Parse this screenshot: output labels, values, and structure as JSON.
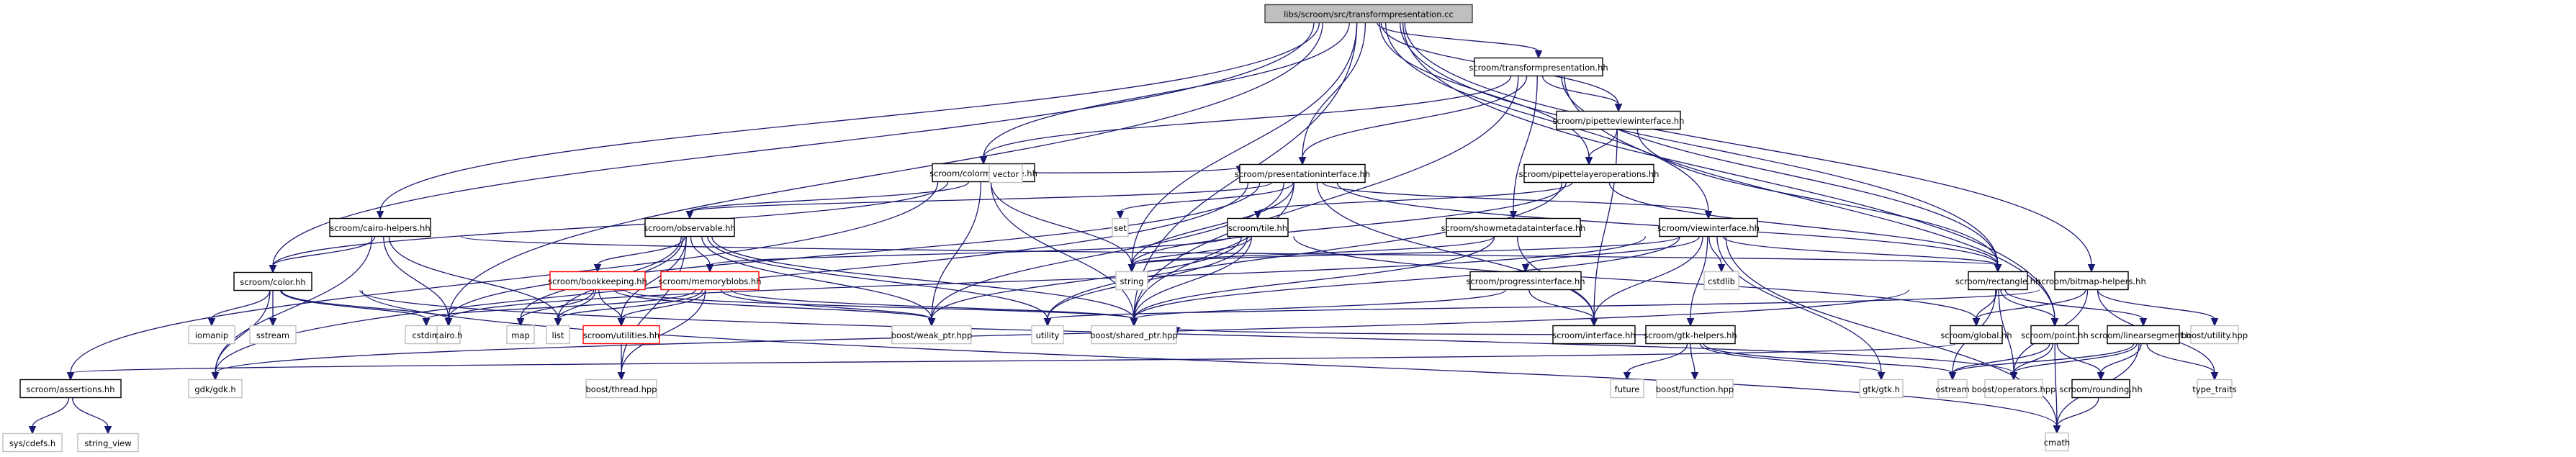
{
  "title": "libs/scroom/src/transformpresentation.cc",
  "colors": {
    "edge": "#191970",
    "root_fill": "#bfbfbf",
    "root_border": "#404040",
    "documented_border": "#000000",
    "external_border": "#bfbfbf",
    "undocumented_border": "#ff0000"
  },
  "nodes": [
    {
      "id": "root",
      "label": "libs/scroom/src/transformpresentation.cc",
      "kind": "root"
    },
    {
      "id": "transformpresentation_hh",
      "label": "scroom/transformpresentation.hh",
      "kind": "documented"
    },
    {
      "id": "colormappable",
      "label": "scroom/colormappable.hh",
      "kind": "documented"
    },
    {
      "id": "pipetteviewinterface",
      "label": "scroom/pipetteviewinterface.hh",
      "kind": "documented"
    },
    {
      "id": "presentationinterface",
      "label": "scroom/presentationinterface.hh",
      "kind": "documented"
    },
    {
      "id": "pipettelayeroperations",
      "label": "scroom/pipettelayeroperations.hh",
      "kind": "documented"
    },
    {
      "id": "vector",
      "label": "vector",
      "kind": "external"
    },
    {
      "id": "cairo_helpers",
      "label": "scroom/cairo-helpers.hh",
      "kind": "documented"
    },
    {
      "id": "observable",
      "label": "scroom/observable.hh",
      "kind": "documented"
    },
    {
      "id": "set",
      "label": "set",
      "kind": "external"
    },
    {
      "id": "tile",
      "label": "scroom/tile.hh",
      "kind": "documented"
    },
    {
      "id": "showmetadatainterface",
      "label": "scroom/showmetadatainterface.hh",
      "kind": "documented"
    },
    {
      "id": "viewinterface",
      "label": "scroom/viewinterface.hh",
      "kind": "documented"
    },
    {
      "id": "color",
      "label": "scroom/color.hh",
      "kind": "documented"
    },
    {
      "id": "bookkeeping",
      "label": "scroom/bookkeeping.hh",
      "kind": "undocumented"
    },
    {
      "id": "memoryblobs",
      "label": "scroom/memoryblobs.hh",
      "kind": "undocumented"
    },
    {
      "id": "string",
      "label": "string",
      "kind": "external"
    },
    {
      "id": "progressinterface",
      "label": "scroom/progressinterface.hh",
      "kind": "documented"
    },
    {
      "id": "cstdlib",
      "label": "cstdlib",
      "kind": "external"
    },
    {
      "id": "rectangle",
      "label": "scroom/rectangle.hh",
      "kind": "documented"
    },
    {
      "id": "bitmap_helpers",
      "label": "scroom/bitmap-helpers.hh",
      "kind": "documented"
    },
    {
      "id": "iomanip",
      "label": "iomanip",
      "kind": "external"
    },
    {
      "id": "sstream",
      "label": "sstream",
      "kind": "external"
    },
    {
      "id": "cstdint",
      "label": "cstdint",
      "kind": "external"
    },
    {
      "id": "cairo_h",
      "label": "cairo.h",
      "kind": "external"
    },
    {
      "id": "map",
      "label": "map",
      "kind": "external"
    },
    {
      "id": "list",
      "label": "list",
      "kind": "external"
    },
    {
      "id": "utilities",
      "label": "scroom/utilities.hh",
      "kind": "undocumented"
    },
    {
      "id": "weak_ptr",
      "label": "boost/weak_ptr.hpp",
      "kind": "external"
    },
    {
      "id": "utility",
      "label": "utility",
      "kind": "external"
    },
    {
      "id": "shared_ptr",
      "label": "boost/shared_ptr.hpp",
      "kind": "external"
    },
    {
      "id": "interface",
      "label": "scroom/interface.hh",
      "kind": "documented"
    },
    {
      "id": "gtk_helpers",
      "label": "scroom/gtk-helpers.hh",
      "kind": "documented"
    },
    {
      "id": "global",
      "label": "scroom/global.hh",
      "kind": "documented"
    },
    {
      "id": "point",
      "label": "scroom/point.hh",
      "kind": "documented"
    },
    {
      "id": "linearsegment",
      "label": "scroom/linearsegment.hh",
      "kind": "documented"
    },
    {
      "id": "boost_utility",
      "label": "boost/utility.hpp",
      "kind": "external"
    },
    {
      "id": "assertions",
      "label": "scroom/assertions.hh",
      "kind": "documented"
    },
    {
      "id": "gdk",
      "label": "gdk/gdk.h",
      "kind": "external"
    },
    {
      "id": "thread",
      "label": "boost/thread.hpp",
      "kind": "external"
    },
    {
      "id": "future",
      "label": "future",
      "kind": "external"
    },
    {
      "id": "function",
      "label": "boost/function.hpp",
      "kind": "external"
    },
    {
      "id": "gtk",
      "label": "gtk/gtk.h",
      "kind": "external"
    },
    {
      "id": "ostream",
      "label": "ostream",
      "kind": "external"
    },
    {
      "id": "operators",
      "label": "boost/operators.hpp",
      "kind": "external"
    },
    {
      "id": "rounding",
      "label": "scroom/rounding.hh",
      "kind": "documented"
    },
    {
      "id": "type_traits",
      "label": "type_traits",
      "kind": "external"
    },
    {
      "id": "sys_cdefs",
      "label": "sys/cdefs.h",
      "kind": "external"
    },
    {
      "id": "string_view",
      "label": "string_view",
      "kind": "external"
    },
    {
      "id": "cmath",
      "label": "cmath",
      "kind": "external"
    }
  ],
  "edges": [
    [
      "root",
      "transformpresentation_hh"
    ],
    [
      "root",
      "colormappable"
    ],
    [
      "root",
      "pipetteviewinterface"
    ],
    [
      "root",
      "presentationinterface"
    ],
    [
      "root",
      "pipettelayeroperations"
    ],
    [
      "root",
      "cairo_helpers"
    ],
    [
      "root",
      "color"
    ],
    [
      "root",
      "viewinterface"
    ],
    [
      "root",
      "rectangle"
    ],
    [
      "root",
      "point"
    ],
    [
      "root",
      "string"
    ],
    [
      "root",
      "shared_ptr"
    ],
    [
      "root",
      "cairo_h"
    ],
    [
      "root",
      "bitmap_helpers"
    ],
    [
      "transformpresentation_hh",
      "colormappable"
    ],
    [
      "transformpresentation_hh",
      "pipetteviewinterface"
    ],
    [
      "transformpresentation_hh",
      "presentationinterface"
    ],
    [
      "transformpresentation_hh",
      "showmetadatainterface"
    ],
    [
      "transformpresentation_hh",
      "rectangle"
    ],
    [
      "transformpresentation_hh",
      "point"
    ],
    [
      "transformpresentation_hh",
      "shared_ptr"
    ],
    [
      "colormappable",
      "presentationinterface"
    ],
    [
      "colormappable",
      "vector"
    ],
    [
      "colormappable",
      "observable"
    ],
    [
      "colormappable",
      "color"
    ],
    [
      "colormappable",
      "assertions"
    ],
    [
      "colormappable",
      "weak_ptr"
    ],
    [
      "colormappable",
      "shared_ptr"
    ],
    [
      "colormappable",
      "string"
    ],
    [
      "pipetteviewinterface",
      "pipettelayeroperations"
    ],
    [
      "pipetteviewinterface",
      "rectangle"
    ],
    [
      "pipetteviewinterface",
      "interface"
    ],
    [
      "presentationinterface",
      "set"
    ],
    [
      "presentationinterface",
      "observable"
    ],
    [
      "presentationinterface",
      "viewinterface"
    ],
    [
      "presentationinterface",
      "rectangle"
    ],
    [
      "presentationinterface",
      "string"
    ],
    [
      "presentationinterface",
      "weak_ptr"
    ],
    [
      "presentationinterface",
      "shared_ptr"
    ],
    [
      "presentationinterface",
      "cairo_h"
    ],
    [
      "presentationinterface",
      "gdk"
    ],
    [
      "presentationinterface",
      "interface"
    ],
    [
      "pipettelayeroperations",
      "tile"
    ],
    [
      "pipettelayeroperations",
      "rectangle"
    ],
    [
      "pipettelayeroperations",
      "string"
    ],
    [
      "pipettelayeroperations",
      "utility"
    ],
    [
      "cairo_helpers",
      "color"
    ],
    [
      "cairo_helpers",
      "cairo_h"
    ],
    [
      "cairo_helpers",
      "list"
    ],
    [
      "cairo_helpers",
      "gdk"
    ],
    [
      "cairo_helpers",
      "rectangle"
    ],
    [
      "observable",
      "bookkeeping"
    ],
    [
      "observable",
      "memoryblobs"
    ],
    [
      "observable",
      "map"
    ],
    [
      "observable",
      "list"
    ],
    [
      "observable",
      "utilities"
    ],
    [
      "observable",
      "weak_ptr"
    ],
    [
      "observable",
      "shared_ptr"
    ],
    [
      "observable",
      "thread"
    ],
    [
      "observable",
      "utility"
    ],
    [
      "tile",
      "memoryblobs"
    ],
    [
      "tile",
      "string"
    ],
    [
      "tile",
      "shared_ptr"
    ],
    [
      "tile",
      "weak_ptr"
    ],
    [
      "tile",
      "utility"
    ],
    [
      "tile",
      "global"
    ],
    [
      "showmetadatainterface",
      "interface"
    ],
    [
      "showmetadatainterface",
      "shared_ptr"
    ],
    [
      "showmetadatainterface",
      "string"
    ],
    [
      "viewinterface",
      "progressinterface"
    ],
    [
      "viewinterface",
      "cstdlib"
    ],
    [
      "viewinterface",
      "gtk_helpers"
    ],
    [
      "viewinterface",
      "rectangle"
    ],
    [
      "viewinterface",
      "interface"
    ],
    [
      "viewinterface",
      "gtk"
    ],
    [
      "viewinterface",
      "shared_ptr"
    ],
    [
      "viewinterface",
      "string"
    ],
    [
      "viewinterface",
      "cmath"
    ],
    [
      "viewinterface",
      "cairo_h"
    ],
    [
      "color",
      "iomanip"
    ],
    [
      "color",
      "sstream"
    ],
    [
      "color",
      "cstdint"
    ],
    [
      "color",
      "cairo_h"
    ],
    [
      "color",
      "gdk"
    ],
    [
      "color",
      "cmath"
    ],
    [
      "color",
      "operators"
    ],
    [
      "bookkeeping",
      "map"
    ],
    [
      "bookkeeping",
      "list"
    ],
    [
      "bookkeeping",
      "utilities"
    ],
    [
      "bookkeeping",
      "weak_ptr"
    ],
    [
      "bookkeeping",
      "shared_ptr"
    ],
    [
      "memoryblobs",
      "list"
    ],
    [
      "memoryblobs",
      "utilities"
    ],
    [
      "memoryblobs",
      "thread"
    ],
    [
      "memoryblobs",
      "weak_ptr"
    ],
    [
      "memoryblobs",
      "cstdint"
    ],
    [
      "memoryblobs",
      "shared_ptr"
    ],
    [
      "progressinterface",
      "interface"
    ],
    [
      "progressinterface",
      "shared_ptr"
    ],
    [
      "rectangle",
      "point"
    ],
    [
      "rectangle",
      "linearsegment"
    ],
    [
      "rectangle",
      "global"
    ],
    [
      "rectangle",
      "ostream"
    ],
    [
      "rectangle",
      "operators"
    ],
    [
      "rectangle",
      "gdk"
    ],
    [
      "bitmap_helpers",
      "boost_utility"
    ],
    [
      "bitmap_helpers",
      "type_traits"
    ],
    [
      "bitmap_helpers",
      "operators"
    ],
    [
      "bitmap_helpers",
      "global"
    ],
    [
      "bitmap_helpers",
      "utility"
    ],
    [
      "utilities",
      "thread"
    ],
    [
      "gtk_helpers",
      "future"
    ],
    [
      "gtk_helpers",
      "function"
    ],
    [
      "gtk_helpers",
      "gtk"
    ],
    [
      "gtk_helpers",
      "ostream"
    ],
    [
      "gtk_helpers",
      "shared_ptr"
    ],
    [
      "point",
      "ostream"
    ],
    [
      "point",
      "operators"
    ],
    [
      "point",
      "rounding"
    ],
    [
      "point",
      "cmath"
    ],
    [
      "point",
      "assertions"
    ],
    [
      "linearsegment",
      "ostream"
    ],
    [
      "linearsegment",
      "operators"
    ],
    [
      "linearsegment",
      "rounding"
    ],
    [
      "linearsegment",
      "type_traits"
    ],
    [
      "linearsegment",
      "cmath"
    ],
    [
      "rounding",
      "cmath"
    ],
    [
      "assertions",
      "sys_cdefs"
    ],
    [
      "assertions",
      "string_view"
    ]
  ]
}
